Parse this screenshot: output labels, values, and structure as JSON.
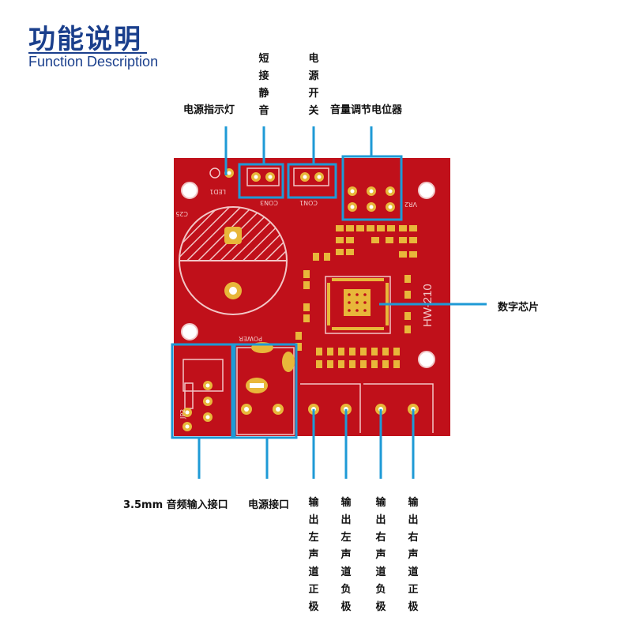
{
  "header": {
    "title_cn": "功能说明",
    "title_en": "Function Description"
  },
  "labels": {
    "led": "电源指示灯",
    "short_mute": "短接静音",
    "power_switch": "电源开关",
    "volume_pot": "音量调节电位器",
    "dsp_chip": "数字芯片",
    "audio_in": "3.5mm 音频输入接口",
    "power_in": "电源接口",
    "out_l_pos": "输出左声道正极",
    "out_l_neg": "输出左声道负极",
    "out_r_neg": "输出右声道负极",
    "out_r_pos": "输出右声道正极"
  },
  "silkscreen": {
    "model": "HW-210",
    "led": "LED1",
    "con3": "CON3",
    "con1": "CON1",
    "vr2": "VR2",
    "power": "POWER",
    "jp2": "JP2",
    "c25": "C25"
  },
  "colors": {
    "board": "#c0101a",
    "pad": "#e8b73a",
    "callout": "#1e9ad6",
    "title": "#1a3f8c"
  }
}
